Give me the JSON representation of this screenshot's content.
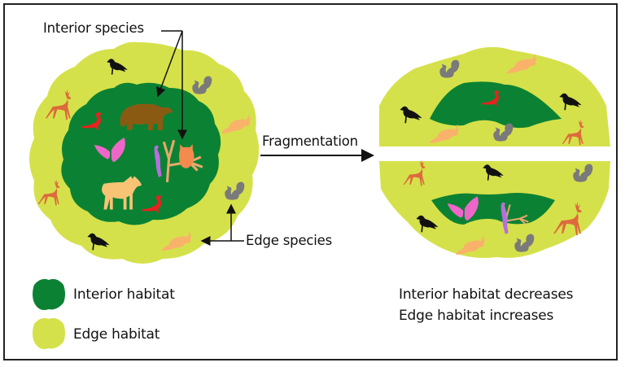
{
  "diagram": {
    "title_labels": {
      "interior_species": "Interior species",
      "edge_species": "Edge species",
      "fragmentation": "Fragmentation"
    },
    "legend": [
      {
        "label": "Interior habitat",
        "color": "#0b8233"
      },
      {
        "label": "Edge habitat",
        "color": "#d5e14a"
      }
    ],
    "conclusions": [
      "Interior habitat decreases",
      "Edge habitat increases"
    ],
    "colors": {
      "interior": "#0b8233",
      "edge": "#d5e14a",
      "bear": "#8b5a12",
      "salamander": "#e8221f",
      "butterfly": "#ee66c8",
      "woodpecker": "#b66ee0",
      "owl": "#f48a4e",
      "wolf": "#f8c375",
      "deer": "#de6a3c",
      "crow": "#111111",
      "squirrel": "#7a7a7a",
      "rabbit": "#f9b26a"
    },
    "species": {
      "interior": [
        "bear",
        "salamander",
        "butterfly",
        "woodpecker",
        "owl",
        "wolf"
      ],
      "edge": [
        "crow",
        "deer",
        "squirrel",
        "rabbit"
      ]
    }
  }
}
